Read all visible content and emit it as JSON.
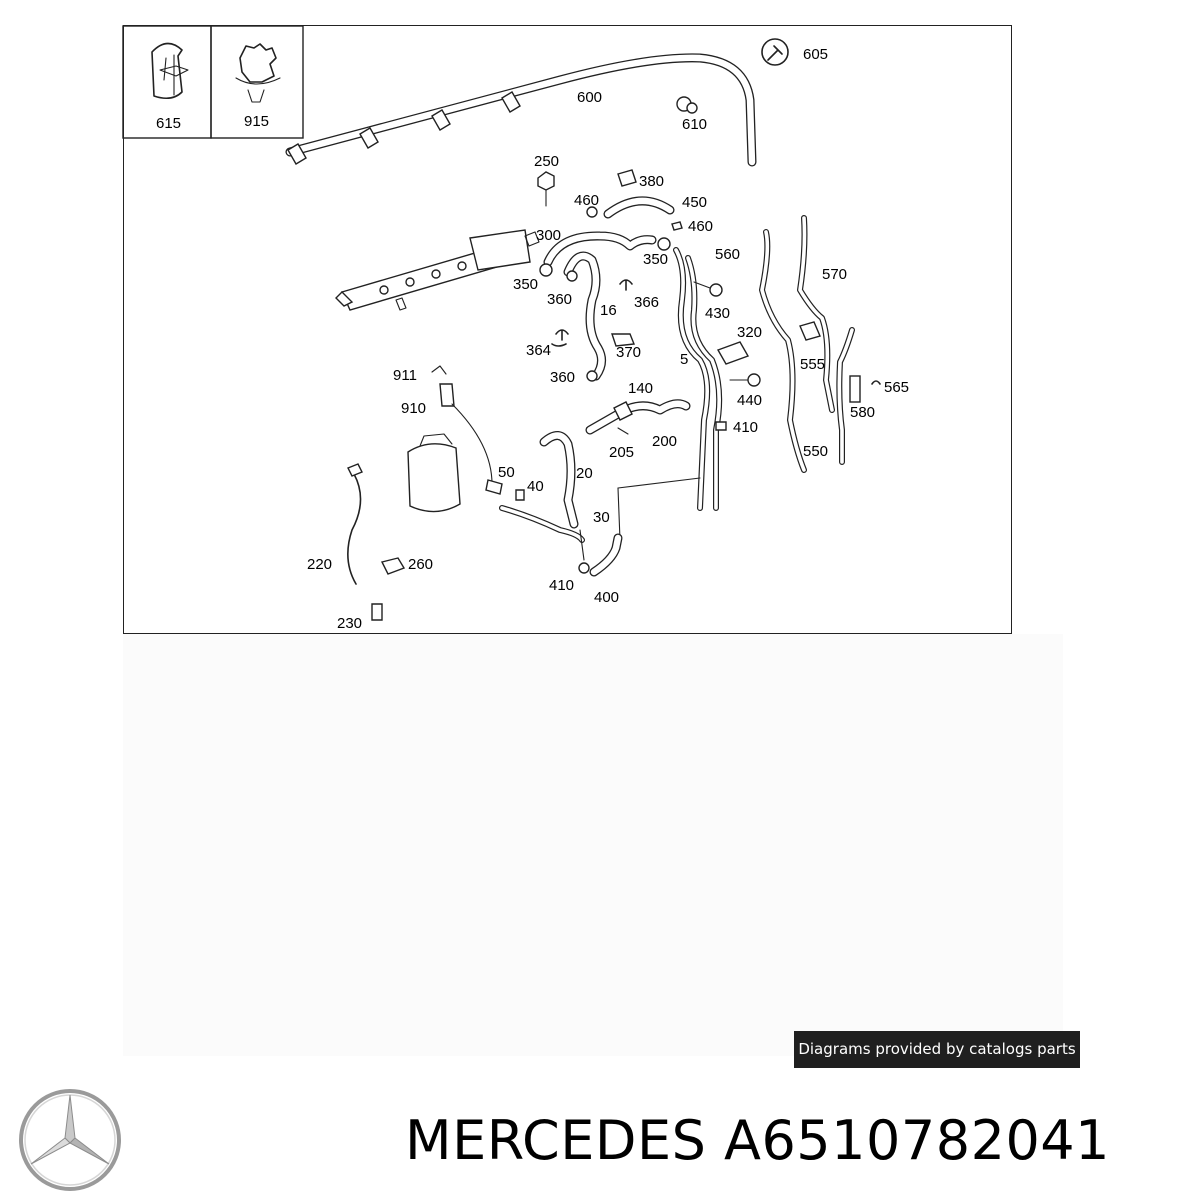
{
  "credit": "Diagrams provided by catalogs parts",
  "part_title": "MERCEDES A6510782041",
  "legend_boxes": [
    "615",
    "915"
  ],
  "callouts": [
    "605",
    "600",
    "610",
    "250",
    "380",
    "460",
    "450",
    "460",
    "300",
    "560",
    "570",
    "350",
    "350",
    "360",
    "366",
    "430",
    "16",
    "320",
    "364",
    "370",
    "5",
    "555",
    "565",
    "911",
    "360",
    "140",
    "440",
    "580",
    "910",
    "410",
    "200",
    "205",
    "550",
    "50",
    "20",
    "40",
    "30",
    "220",
    "260",
    "410",
    "400",
    "230"
  ]
}
